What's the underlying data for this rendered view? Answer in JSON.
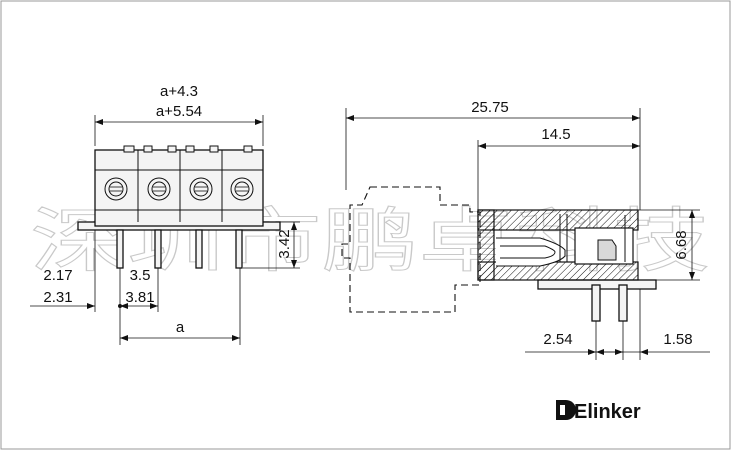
{
  "watermark": {
    "text": "深圳市鹏卓科技"
  },
  "front_view": {
    "top_dims": [
      "a+4.3",
      "a+5.54"
    ],
    "left_dims": [
      "2.17",
      "2.31"
    ],
    "pitch_dims": [
      "3.5",
      "3.81"
    ],
    "height_dim": "3.42",
    "bottom_dim": "a"
  },
  "side_view": {
    "overall_length": "25.75",
    "body_length": "14.5",
    "height_dim": "6.68",
    "pin_pitch": "2.54",
    "pin_offset": "1.58"
  },
  "brand": {
    "name": "Elinker"
  },
  "colors": {
    "line": "#111111",
    "part_fill": "#f4f4f4",
    "watermark": "#c9c9c9"
  }
}
